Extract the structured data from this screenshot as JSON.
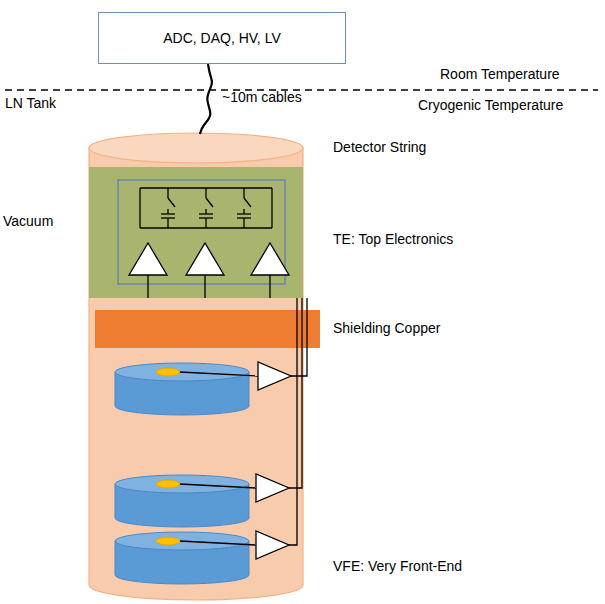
{
  "diagram": {
    "nodes": [
      {
        "text": [
          "ADC, DAQ, HV, LV"
        ]
      },
      {
        "text": [
          "Detector String"
        ]
      },
      {
        "text": [
          "TE: Top Electronics"
        ],
        "in": 1
      },
      {
        "text": [
          "Shielding Copper"
        ],
        "in": 1
      }
    ],
    "edges": [
      {
        "from": 0,
        "to": 1,
        "label": "~10m cables",
        "arrow": "none"
      }
    ],
    "labels": [
      "Room Temperature",
      "Cryogenic Temperature",
      "LN Tank",
      "Vacuum",
      "VFE: Very Front-End"
    ]
  }
}
